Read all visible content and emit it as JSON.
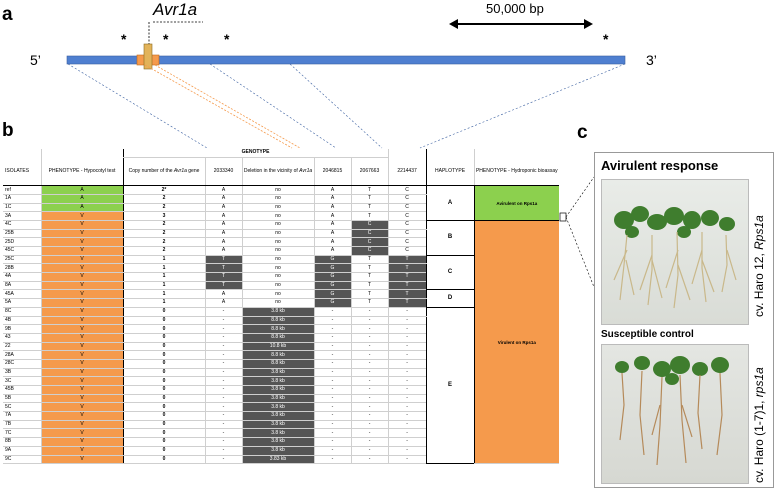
{
  "panel_a": {
    "letter": "a",
    "gene_label": "Avr1a",
    "scale_label": "50,000 bp",
    "five_prime": "5’",
    "three_prime": "3’",
    "marker": "*"
  },
  "panel_b": {
    "letter": "b",
    "headers": {
      "isolates": "ISOLATES",
      "phenotype_hyp": "PHENOTYPE - Hypocotyl test",
      "genotype": "GENOTYPE",
      "copy_number_pre": "Copy number of the ",
      "copy_number_gene": "Avr1a",
      "copy_number_post": " gene",
      "pos1": "2033340",
      "deletion_pre": "Deletion in the vicinity of ",
      "deletion_gene": "Avr1a",
      "pos2": "2046815",
      "pos3": "2067663",
      "pos4": "2214437",
      "haplotype": "HAPLOTYPE",
      "phenotype_hydro": "PHENOTYPE - Hydroponic bioassay"
    },
    "haplotypes": {
      "A": "A",
      "B": "B",
      "C": "C",
      "D": "D",
      "E": "E"
    },
    "bioassay": {
      "avirulent": "Avirulent on Rps1a",
      "virulent": "Virulent on Rps1a"
    },
    "rows": [
      {
        "iso": "ref",
        "ph": "A",
        "cp": "2*",
        "p1": "A",
        "del": "no",
        "p2": "A",
        "p3": "T",
        "p4": "C"
      },
      {
        "iso": "1A",
        "ph": "A",
        "cp": "2",
        "p1": "A",
        "del": "no",
        "p2": "A",
        "p3": "T",
        "p4": "C"
      },
      {
        "iso": "1C",
        "ph": "A",
        "cp": "2",
        "p1": "A",
        "del": "no",
        "p2": "A",
        "p3": "T",
        "p4": "C"
      },
      {
        "iso": "3A",
        "ph": "V",
        "cp": "3",
        "p1": "A",
        "del": "no",
        "p2": "A",
        "p3": "T",
        "p4": "C"
      },
      {
        "iso": "4C",
        "ph": "V",
        "cp": "2",
        "p1": "A",
        "del": "no",
        "p2": "A",
        "p3": "C",
        "p4": "C"
      },
      {
        "iso": "25B",
        "ph": "V",
        "cp": "2",
        "p1": "A",
        "del": "no",
        "p2": "A",
        "p3": "C",
        "p4": "C"
      },
      {
        "iso": "25D",
        "ph": "V",
        "cp": "2",
        "p1": "A",
        "del": "no",
        "p2": "A",
        "p3": "C",
        "p4": "C"
      },
      {
        "iso": "45C",
        "ph": "V",
        "cp": "2",
        "p1": "A",
        "del": "no",
        "p2": "A",
        "p3": "C",
        "p4": "C"
      },
      {
        "iso": "25C",
        "ph": "V",
        "cp": "1",
        "p1": "T",
        "del": "no",
        "p2": "G",
        "p3": "T",
        "p4": "T"
      },
      {
        "iso": "28B",
        "ph": "V",
        "cp": "1",
        "p1": "T",
        "del": "no",
        "p2": "G",
        "p3": "T",
        "p4": "T"
      },
      {
        "iso": "4A",
        "ph": "V",
        "cp": "1",
        "p1": "T",
        "del": "no",
        "p2": "G",
        "p3": "T",
        "p4": "T"
      },
      {
        "iso": "8A",
        "ph": "V",
        "cp": "1",
        "p1": "T",
        "del": "no",
        "p2": "G",
        "p3": "T",
        "p4": "T"
      },
      {
        "iso": "45A",
        "ph": "V",
        "cp": "1",
        "p1": "A",
        "del": "no",
        "p2": "G",
        "p3": "T",
        "p4": "T"
      },
      {
        "iso": "5A",
        "ph": "V",
        "cp": "1",
        "p1": "A",
        "del": "no",
        "p2": "G",
        "p3": "T",
        "p4": "T"
      },
      {
        "iso": "8C",
        "ph": "V",
        "cp": "0",
        "p1": "-",
        "del": "3.8 kb",
        "p2": "-",
        "p3": "-",
        "p4": "-"
      },
      {
        "iso": "4B",
        "ph": "V",
        "cp": "0",
        "p1": "-",
        "del": "8.8 kb",
        "p2": "-",
        "p3": "-",
        "p4": "-"
      },
      {
        "iso": "9B",
        "ph": "V",
        "cp": "0",
        "p1": "-",
        "del": "8.8 kb",
        "p2": "-",
        "p3": "-",
        "p4": "-"
      },
      {
        "iso": "43",
        "ph": "V",
        "cp": "0",
        "p1": "-",
        "del": "8.8 kb",
        "p2": "-",
        "p3": "-",
        "p4": "-"
      },
      {
        "iso": "22",
        "ph": "V",
        "cp": "0",
        "p1": "-",
        "del": "10.8 kb",
        "p2": "-",
        "p3": "-",
        "p4": "-"
      },
      {
        "iso": "28A",
        "ph": "V",
        "cp": "0",
        "p1": "-",
        "del": "8.8 kb",
        "p2": "-",
        "p3": "-",
        "p4": "-"
      },
      {
        "iso": "28C",
        "ph": "V",
        "cp": "0",
        "p1": "-",
        "del": "8.8 kb",
        "p2": "-",
        "p3": "-",
        "p4": "-"
      },
      {
        "iso": "3B",
        "ph": "V",
        "cp": "0",
        "p1": "-",
        "del": "3.8 kb",
        "p2": "-",
        "p3": "-",
        "p4": "-"
      },
      {
        "iso": "3C",
        "ph": "V",
        "cp": "0",
        "p1": "-",
        "del": "3.8 kb",
        "p2": "-",
        "p3": "-",
        "p4": "-"
      },
      {
        "iso": "45B",
        "ph": "V",
        "cp": "0",
        "p1": "-",
        "del": "3.8 kb",
        "p2": "-",
        "p3": "-",
        "p4": "-"
      },
      {
        "iso": "5B",
        "ph": "V",
        "cp": "0",
        "p1": "-",
        "del": "3.8 kb",
        "p2": "-",
        "p3": "-",
        "p4": "-"
      },
      {
        "iso": "5C",
        "ph": "V",
        "cp": "0",
        "p1": "-",
        "del": "3.8 kb",
        "p2": "-",
        "p3": "-",
        "p4": "-"
      },
      {
        "iso": "7A",
        "ph": "V",
        "cp": "0",
        "p1": "-",
        "del": "3.8 kb",
        "p2": "-",
        "p3": "-",
        "p4": "-"
      },
      {
        "iso": "7B",
        "ph": "V",
        "cp": "0",
        "p1": "-",
        "del": "3.8 kb",
        "p2": "-",
        "p3": "-",
        "p4": "-"
      },
      {
        "iso": "7C",
        "ph": "V",
        "cp": "0",
        "p1": "-",
        "del": "3.8 kb",
        "p2": "-",
        "p3": "-",
        "p4": "-"
      },
      {
        "iso": "8B",
        "ph": "V",
        "cp": "0",
        "p1": "-",
        "del": "3.8 kb",
        "p2": "-",
        "p3": "-",
        "p4": "-"
      },
      {
        "iso": "9A",
        "ph": "V",
        "cp": "0",
        "p1": "-",
        "del": "3.8 kb",
        "p2": "-",
        "p3": "-",
        "p4": "-"
      },
      {
        "iso": "9C",
        "ph": "V",
        "cp": "0",
        "p1": "-",
        "del": "3.83 kb",
        "p2": "-",
        "p3": "-",
        "p4": "-"
      }
    ],
    "highlights": {
      "p1": [
        "25C",
        "28B",
        "4A",
        "8A"
      ],
      "p2": [
        "25C",
        "28B",
        "4A",
        "8A",
        "45A",
        "5A"
      ],
      "p3": [
        "4C",
        "25B",
        "25D",
        "45C"
      ],
      "p4": [
        "25C",
        "28B",
        "4A",
        "8A",
        "45A",
        "5A"
      ]
    }
  },
  "panel_c": {
    "letter": "c",
    "title_avirulent": "Avirulent response",
    "title_susceptible": "Susceptible control",
    "label_top_pre": "cv. Haro 12, ",
    "label_top_gene": "Rps1a",
    "label_bottom_pre": "cv. Haro (1-7)1, ",
    "label_bottom_gene": "rps1a"
  },
  "colors": {
    "chromosome": "#4f7fd0",
    "gene": "#f59a4c",
    "avirulent": "#8cd04e",
    "virulent": "#f59a4c",
    "snp_dark": "#555555"
  }
}
